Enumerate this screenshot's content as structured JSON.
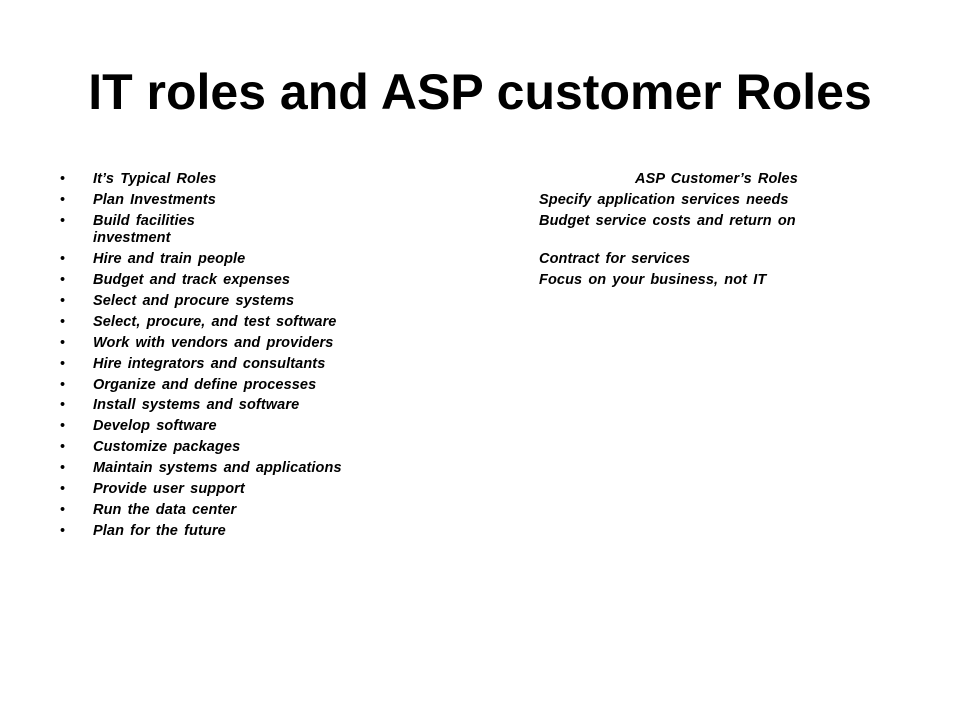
{
  "slide": {
    "title": "IT roles and ASP customer Roles"
  },
  "rows": [
    {
      "left": "It’s Typical Roles",
      "right": "ASP Customer’s Roles"
    },
    {
      "left": "Plan Investments",
      "right": "Specify application services needs"
    },
    {
      "left": "Build facilities",
      "right": "Budget service costs and return on",
      "continuation": "investment"
    },
    {
      "left": "Hire and train people",
      "right": "Contract for services"
    },
    {
      "left": "Budget and track expenses",
      "right": "Focus on your business, not IT"
    },
    {
      "left": "Select and procure systems",
      "right": ""
    },
    {
      "left": "Select, procure, and test software",
      "right": ""
    },
    {
      "left": "Work with vendors and providers",
      "right": ""
    },
    {
      "left": "Hire integrators and consultants",
      "right": ""
    },
    {
      "left": "Organize and define processes",
      "right": ""
    },
    {
      "left": "Install systems and software",
      "right": ""
    },
    {
      "left": "Develop software",
      "right": ""
    },
    {
      "left": "Customize packages",
      "right": ""
    },
    {
      "left": "Maintain systems and applications",
      "right": ""
    },
    {
      "left": "Provide user support",
      "right": ""
    },
    {
      "left": "Run the data center",
      "right": ""
    },
    {
      "left": "Plan for the future",
      "right": ""
    }
  ],
  "bullet_glyph": "•"
}
